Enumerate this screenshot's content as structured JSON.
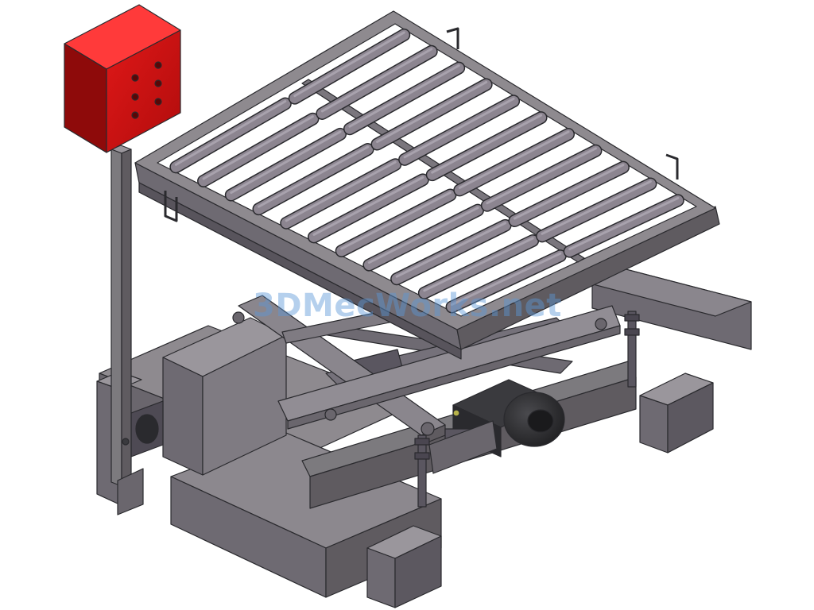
{
  "watermark": {
    "text": "3DMecWorks.net"
  },
  "colors": {
    "frame_light": "#8e8a8f",
    "frame_mid": "#7c7a7e",
    "frame_dark": "#5f5b60",
    "roller_light": "#8c8590",
    "roller_dark": "#625a66",
    "control_box_front": "#cc1010",
    "control_box_side": "#8e0a0a",
    "control_box_top": "#ff3a3a",
    "motor": "#2e2e30",
    "outline": "#2a2a2e"
  },
  "components": {
    "roller_rows": 2,
    "rollers_per_row": 11,
    "control_box_buttons": 6
  }
}
